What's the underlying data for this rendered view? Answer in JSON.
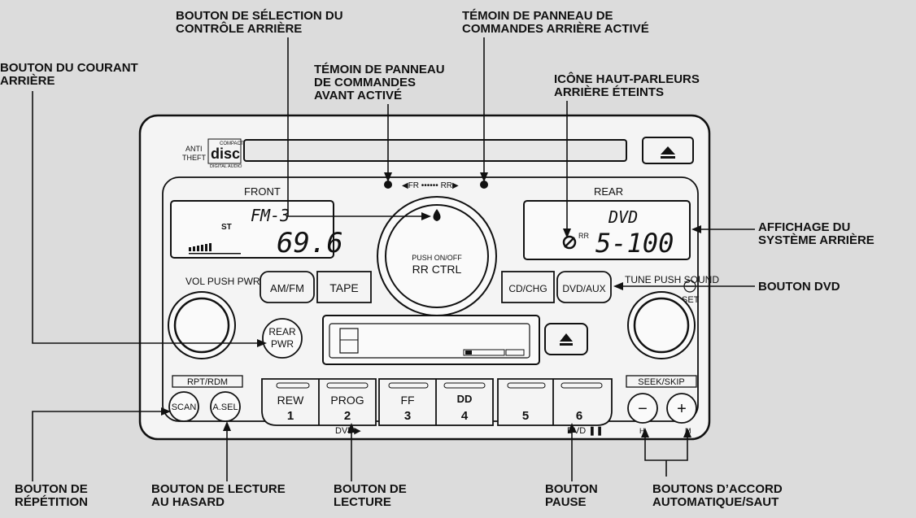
{
  "callouts": {
    "rear_control_select": "BOUTON DE SÉLECTION DU\nCONTRÔLE ARRIÈRE",
    "rear_panel_active": "TÉMOIN DE PANNEAU DE\nCOMMANDES ARRIÈRE ACTIVÉ",
    "rear_power": "BOUTON DU COURANT\nARRIÈRE",
    "front_panel_active": "TÉMOIN DE PANNEAU\nDE COMMANDES\nAVANT ACTIVÉ",
    "rear_speakers_off": "ICÔNE HAUT-PARLEURS\nARRIÈRE ÉTEINTS",
    "rear_display": "AFFICHAGE DU\nSYSTÈME ARRIÈRE",
    "dvd_button": "BOUTON DVD",
    "repeat_button": "BOUTON DE\nRÉPÉTITION",
    "random_button": "BOUTON DE LECTURE\nAU HASARD",
    "play_button": "BOUTON DE\nLECTURE",
    "pause_button": "BOUTON\nPAUSE",
    "seek_buttons": "BOUTONS D’ACCORD\nAUTOMATIQUE/SAUT"
  },
  "panel": {
    "anti": "ANTI",
    "theft": "THEFT",
    "compact": "COMPACT",
    "disc": "disc",
    "digital_audio": "DIGITAL AUDIO",
    "front_label": "FRONT",
    "rear_label": "REAR",
    "fr_rr": "◀FR •••••• RR▶",
    "front_st": "ST",
    "front_line1": "FM-3",
    "front_freq": "69.6",
    "rear_line1": "DVD",
    "rear_line2": "5-100",
    "rr_small": "RR",
    "knob_line1": "PUSH ON/OFF",
    "knob_line2": "RR CTRL",
    "vol_label": "VOL PUSH PWR",
    "tune_label": "TUNE PUSH SOUND",
    "set_label": "SET",
    "am_fm": "AM/FM",
    "tape": "TAPE",
    "cd_chg": "CD/CHG",
    "dvd_aux": "DVD/AUX",
    "rear_pwr_1": "REAR",
    "rear_pwr_2": "PWR",
    "rpt_rdm": "RPT/RDM",
    "scan": "SCAN",
    "asel": "A.SEL",
    "rew": "REW",
    "prog": "PROG",
    "ff": "FF",
    "dolby": "DD",
    "p1": "1",
    "p2": "2",
    "p3": "3",
    "p4": "4",
    "p5": "5",
    "p6": "6",
    "dvd_play": "DVD▶",
    "dvd_pause": "DVD ❚❚",
    "seek_skip": "SEEK/SKIP",
    "minus": "−",
    "plus": "+",
    "h": "H",
    "m": "M"
  }
}
